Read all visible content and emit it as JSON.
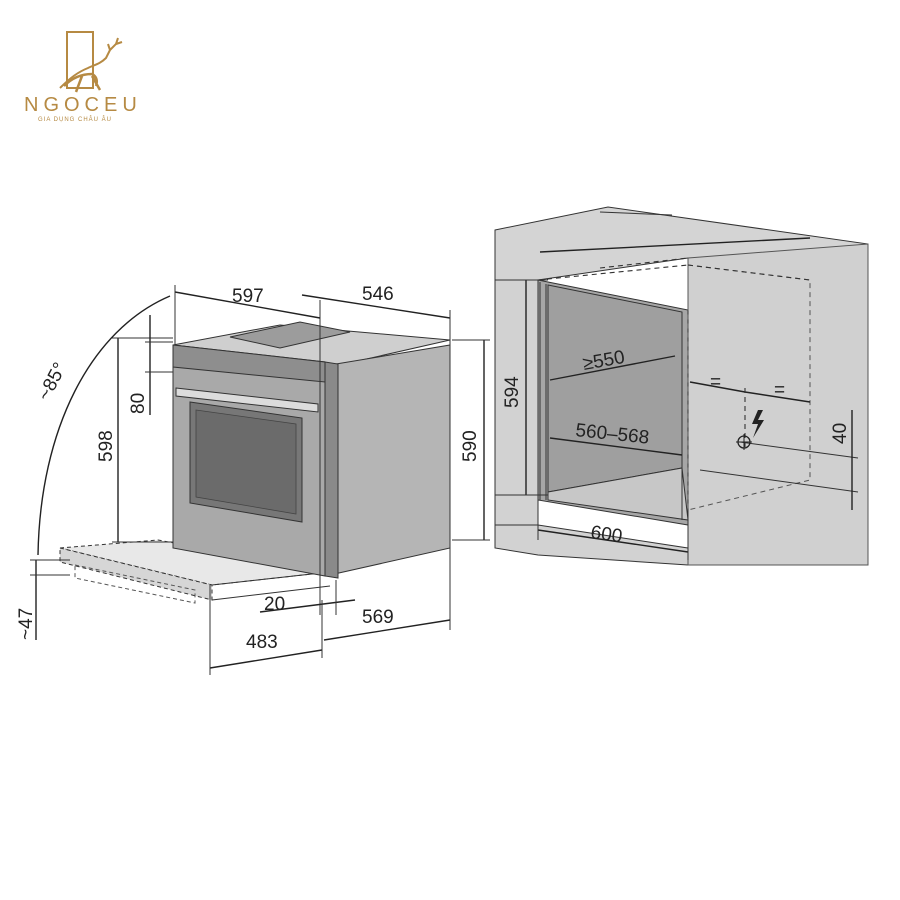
{
  "brand": {
    "name": "NGOCEU",
    "tagline": "GIA DỤNG CHÂU ÂU",
    "color": "#b68a43"
  },
  "oven_dimensions": {
    "width": "597",
    "depth_body": "546",
    "height": "598",
    "panel_height": "80",
    "body_height": "590",
    "door_angle": "~85°",
    "door_thickness": "20",
    "depth_total": "569",
    "door_open_depth": "483",
    "door_drop": "~47"
  },
  "niche_dimensions": {
    "height": "594",
    "min_depth": "≥550",
    "width_range": "560–568",
    "width": "600",
    "socket_height": "40",
    "equal_left": "=",
    "equal_right": "="
  },
  "icons": {
    "logo": "deer-logo-icon",
    "power": "lightning-icon",
    "socket": "socket-icon"
  }
}
